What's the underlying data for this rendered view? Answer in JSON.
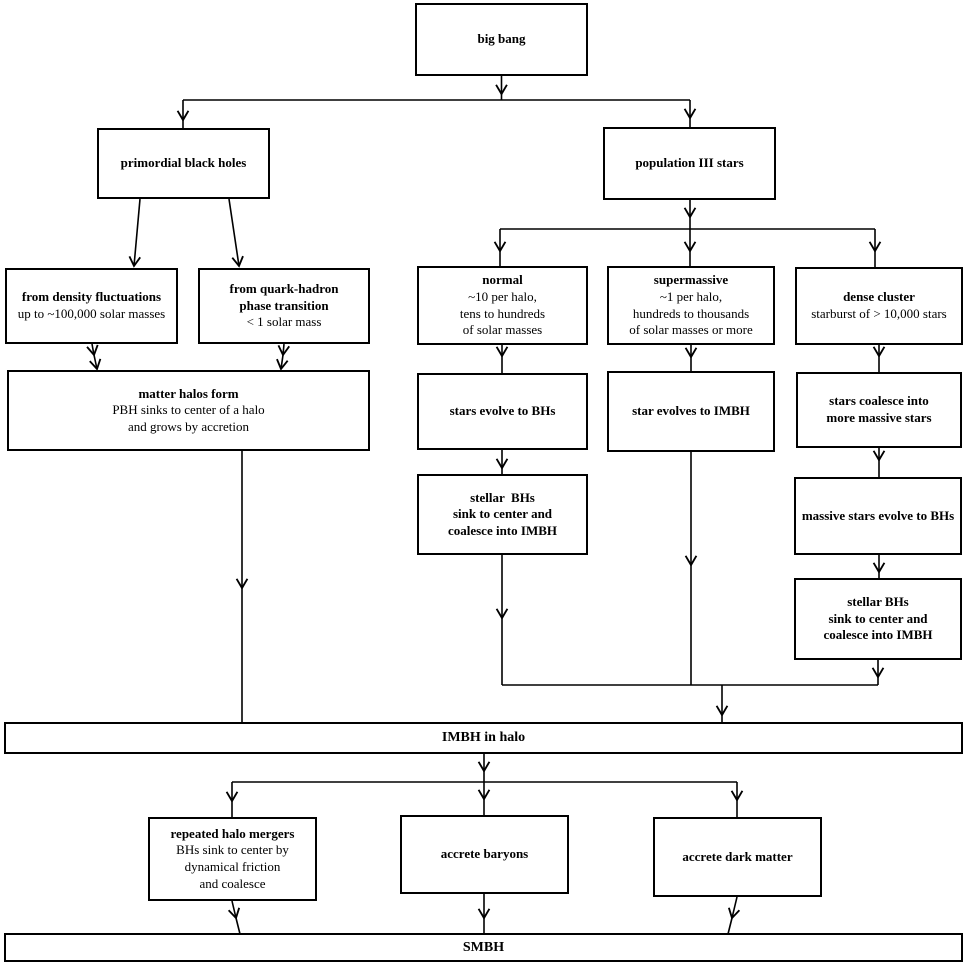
{
  "figure": {
    "type": "flowchart",
    "colors": {
      "line": "#000000",
      "box_background": "#ffffff",
      "text": "#000000"
    }
  },
  "nodes": {
    "big_bang": {
      "bold": [
        "big bang"
      ],
      "plain": []
    },
    "primordial_black_holes": {
      "bold": [
        "primordial black holes"
      ],
      "plain": []
    },
    "population_iii_stars": {
      "bold": [
        "population III stars"
      ],
      "plain": []
    },
    "density_fluctuations": {
      "bold": [
        "from density fluctuations"
      ],
      "plain": [
        "up to ~100,000 solar masses"
      ]
    },
    "quark_hadron": {
      "bold": [
        "from quark-hadron",
        "phase transition"
      ],
      "plain": [
        "< 1 solar mass"
      ]
    },
    "matter_halos": {
      "bold": [
        "matter halos form"
      ],
      "plain": [
        "PBH sinks to center of a halo",
        "and grows by accretion"
      ]
    },
    "normal_stars": {
      "bold": [
        "normal"
      ],
      "plain": [
        "~10 per halo,",
        "tens to hundreds",
        "of solar masses"
      ]
    },
    "supermassive_star": {
      "bold": [
        "supermassive"
      ],
      "plain": [
        "~1 per halo,",
        "hundreds to thousands",
        "of solar masses or more"
      ]
    },
    "dense_cluster": {
      "bold": [
        "dense cluster"
      ],
      "plain": [
        "starburst of > 10,000 stars"
      ]
    },
    "stars_evolve_to_bhs": {
      "bold": [
        "stars evolve to BHs"
      ],
      "plain": []
    },
    "star_evolves_to_imbh": {
      "bold": [
        "star evolves to IMBH"
      ],
      "plain": []
    },
    "stars_coalesce": {
      "bold": [
        "stars coalesce into",
        "more massive stars"
      ],
      "plain": []
    },
    "stellar_bhs_center": {
      "bold": [
        "stellar  BHs",
        "sink to center and",
        "coalesce into IMBH"
      ],
      "plain": []
    },
    "massive_stars_evolve": {
      "bold": [
        "massive stars evolve to BHs"
      ],
      "plain": []
    },
    "stellar_bhs_right": {
      "bold": [
        "stellar BHs",
        "sink to center and",
        "coalesce into IMBH"
      ],
      "plain": []
    },
    "imbh_in_halo": {
      "bold": [
        "IMBH in halo"
      ],
      "plain": []
    },
    "repeated_halo_mergers": {
      "bold": [
        "repeated halo mergers"
      ],
      "plain": [
        "BHs sink to center by",
        "dynamical friction",
        "and coalesce"
      ]
    },
    "accrete_baryons": {
      "bold": [
        "accrete baryons"
      ],
      "plain": []
    },
    "accrete_dark_matter": {
      "bold": [
        "accrete dark matter"
      ],
      "plain": []
    },
    "smbh": {
      "bold": [
        "SMBH"
      ],
      "plain": []
    }
  }
}
